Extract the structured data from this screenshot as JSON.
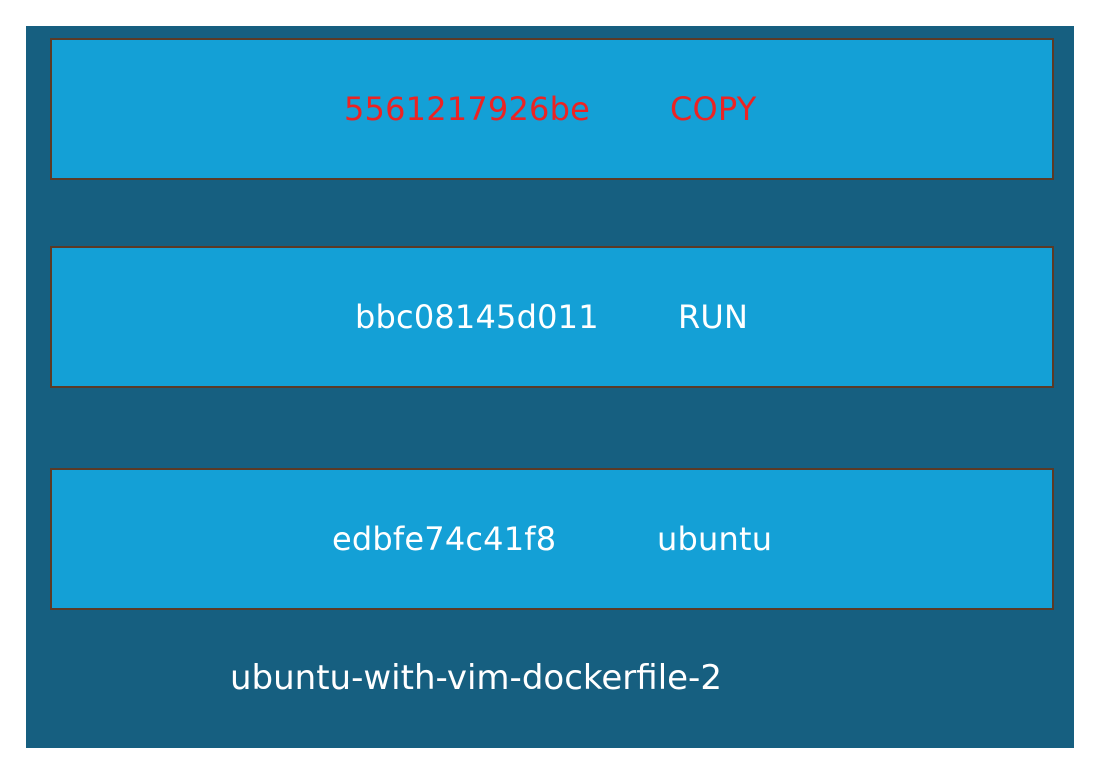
{
  "diagram": {
    "layers": [
      {
        "id": "5561217926be",
        "command": "COPY",
        "text_color": "#ec2323"
      },
      {
        "id": "bbc08145d011",
        "command": "RUN",
        "text_color": "#ffffff"
      },
      {
        "id": "edbfe74c41f8",
        "command": "ubuntu",
        "text_color": "#ffffff"
      }
    ],
    "image_name": "ubuntu-with-vim-dockerfile-2",
    "colors": {
      "panel": "#165f80",
      "layer_fill": "#14a0d6",
      "layer_border": "#5b3a26"
    }
  }
}
